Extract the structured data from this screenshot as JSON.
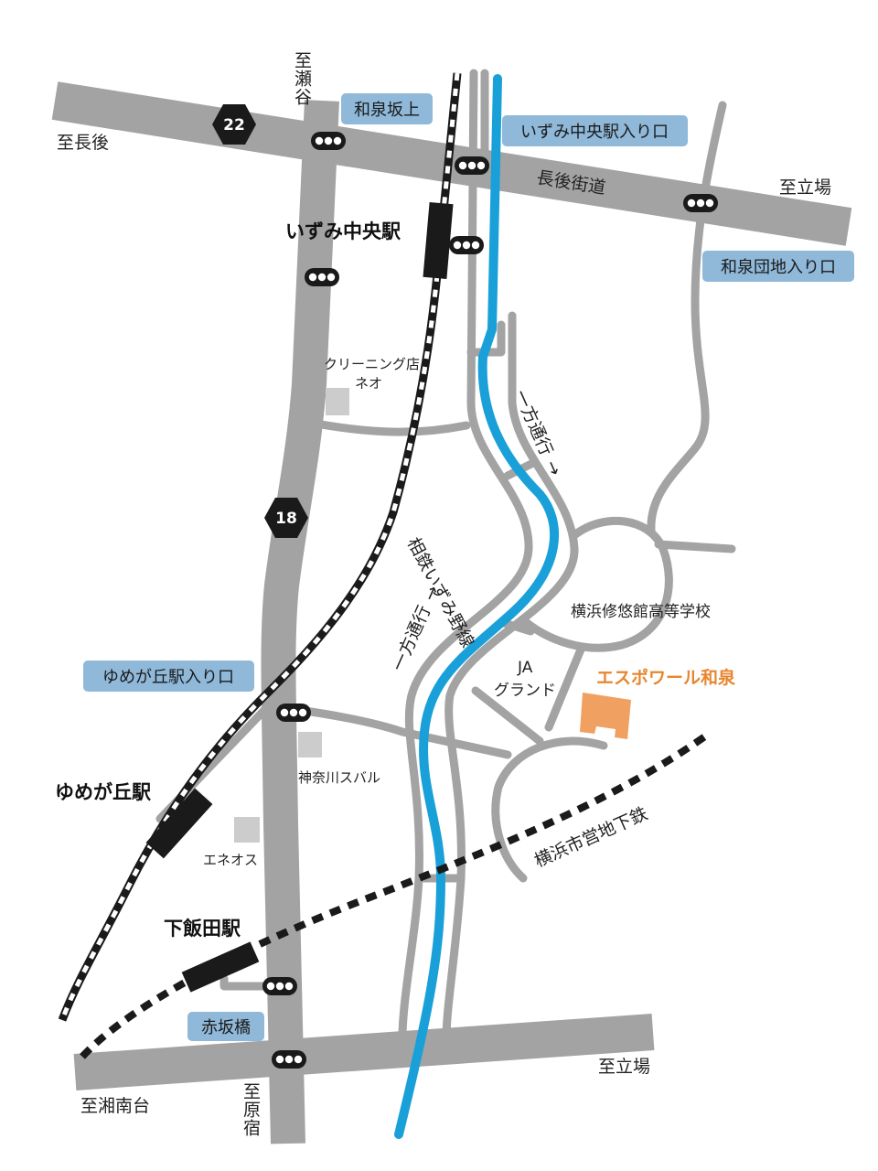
{
  "colors": {
    "road": "#a3a3a3",
    "river": "#1aa0d8",
    "rail": "#1a1a1a",
    "label_bg": "#8fb8d9",
    "destination": "#f0a060",
    "destination_text": "#e8862f",
    "building": "#cccccc"
  },
  "route_badges": [
    "22",
    "18"
  ],
  "directions": {
    "to_nagago": "至長後",
    "to_seya": "至瀬谷",
    "to_tachiba_top": "至立場",
    "to_tachiba_bottom": "至立場",
    "to_shonandai": "至湘南台",
    "to_harajuku": "至原宿"
  },
  "road_names": {
    "nagago_kaido": "長後街道"
  },
  "intersection_labels": {
    "izumi_sakaue": "和泉坂上",
    "izumi_chuo_entrance": "いずみ中央駅入り口",
    "izumi_danchi_entrance": "和泉団地入り口",
    "yumegaoka_entrance": "ゆめが丘駅入り口",
    "akasakabashi": "赤坂橋"
  },
  "stations": {
    "izumi_chuo": "いずみ中央駅",
    "yumegaoka": "ゆめが丘駅",
    "shimoiida": "下飯田駅"
  },
  "rail_lines": {
    "sotetsu": "相鉄いずみ野線",
    "subway": "横浜市営地下鉄"
  },
  "one_way": {
    "upper": "一方通行",
    "lower": "一方通行"
  },
  "landmarks": {
    "cleaning_line1": "クリーニング店",
    "cleaning_line2": "ネオ",
    "kanagawa_subaru": "神奈川スバル",
    "eneos": "エネオス",
    "school": "横浜修悠館高等学校",
    "ja_line1": "JA",
    "ja_line2": "グランド"
  },
  "destination": "エスポワール和泉"
}
